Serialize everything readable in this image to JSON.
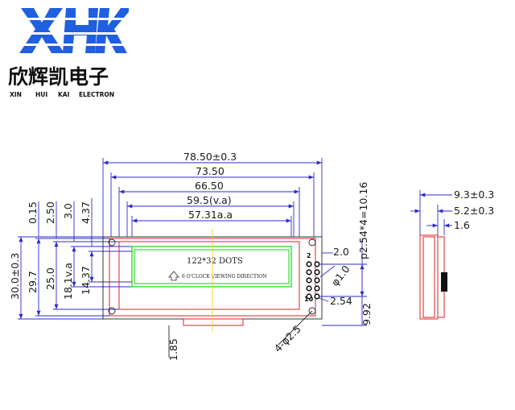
{
  "brand": {
    "logo_mark": "XHK",
    "name_cn": "欣辉凯电子",
    "name_en": [
      "XIN",
      "HUI",
      "KAI",
      "ELECTRON"
    ],
    "color": "#1f5fe0"
  },
  "colors": {
    "dimension_lines": "#2b2bd0",
    "outline": "#e02020",
    "viewing_area": "#33dd33",
    "center_line": "#f0d040",
    "text": "#1a1a1a"
  },
  "front_view": {
    "dims_horizontal": [
      "78.50±0.3",
      "73.50",
      "66.50",
      "59.5(v.a)",
      "57.31a.a"
    ],
    "dims_vertical": [
      "30.0±0.3",
      "29.7",
      "25.0",
      "18.1v.a",
      "14.37"
    ],
    "dims_top_vertical": [
      "0.15",
      "2.50",
      "3.0",
      "4.37"
    ],
    "dims_bottom": "1.85",
    "display_label": "122*32 DOTS",
    "viewing_note": "6  O'CLOCK VIEWING DIRECTION",
    "connector": {
      "pin_first": "2",
      "pin_last": "10",
      "dim_pin_offset": "2.0",
      "dim_pin_diameter": "φ1.0",
      "dim_pitch_h": "2.54",
      "dim_pitch_v": "p2.54*4=10.16",
      "dim_edge": "9.92"
    },
    "mounting_holes": "4-φ2.5"
  },
  "side_view": {
    "dims": [
      "9.3±0.3",
      "5.2±0.3",
      "1.6"
    ]
  }
}
